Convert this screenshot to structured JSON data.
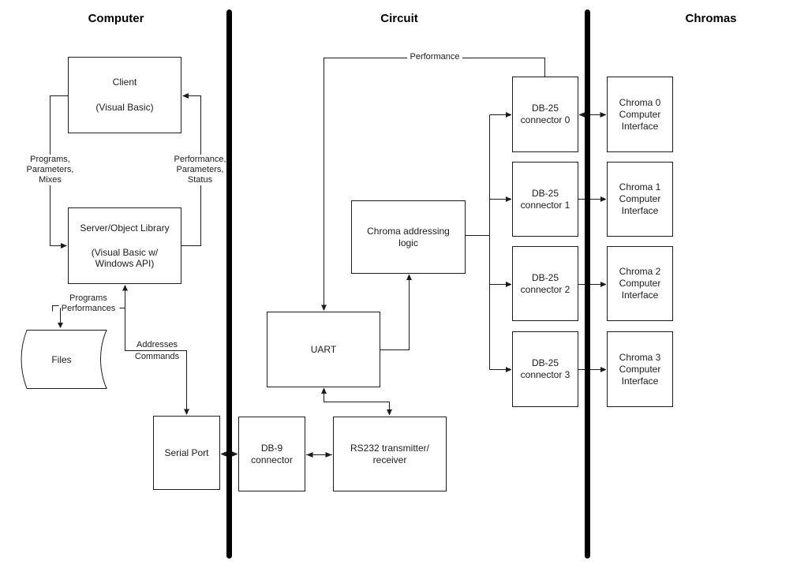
{
  "titles": {
    "computer": "Computer",
    "circuit": "Circuit",
    "chromas": "Chromas"
  },
  "boxes": {
    "client": {
      "l1": "Client",
      "l2": "(Visual Basic)"
    },
    "server": {
      "l1": "Server/Object Library",
      "l2": "(Visual Basic w/",
      "l3": "Windows API)"
    },
    "files": {
      "l1": "Files"
    },
    "serial_port": {
      "l1": "Serial Port"
    },
    "db9": {
      "l1": "DB-9",
      "l2": "connector"
    },
    "rs232": {
      "l1": "RS232 transmitter/",
      "l2": "receiver"
    },
    "uart": {
      "l1": "UART"
    },
    "chroma_logic": {
      "l1": "Chroma addressing",
      "l2": "logic"
    },
    "db25": [
      {
        "l1": "DB-25",
        "l2": "connector 0"
      },
      {
        "l1": "DB-25",
        "l2": "connector 1"
      },
      {
        "l1": "DB-25",
        "l2": "connector 2"
      },
      {
        "l1": "DB-25",
        "l2": "connector 3"
      }
    ],
    "chroma_interfaces": [
      {
        "l1": "Chroma 0",
        "l2": "Computer",
        "l3": "Interface"
      },
      {
        "l1": "Chroma 1",
        "l2": "Computer",
        "l3": "Interface"
      },
      {
        "l1": "Chroma 2",
        "l2": "Computer",
        "l3": "Interface"
      },
      {
        "l1": "Chroma 3",
        "l2": "Computer",
        "l3": "Interface"
      }
    ]
  },
  "labels": {
    "client_to_server": [
      "Programs,",
      "Parameters,",
      "Mixes"
    ],
    "server_to_client": [
      "Performance,",
      "Parameters,",
      "Status"
    ],
    "files_flow": [
      "Programs",
      "Performances"
    ],
    "serial_flow": [
      "Addresses",
      "Commands"
    ],
    "performance": "Performance"
  },
  "colors": {
    "ink": "#1c1c1c",
    "divider": "#000000",
    "background": "#ffffff"
  }
}
